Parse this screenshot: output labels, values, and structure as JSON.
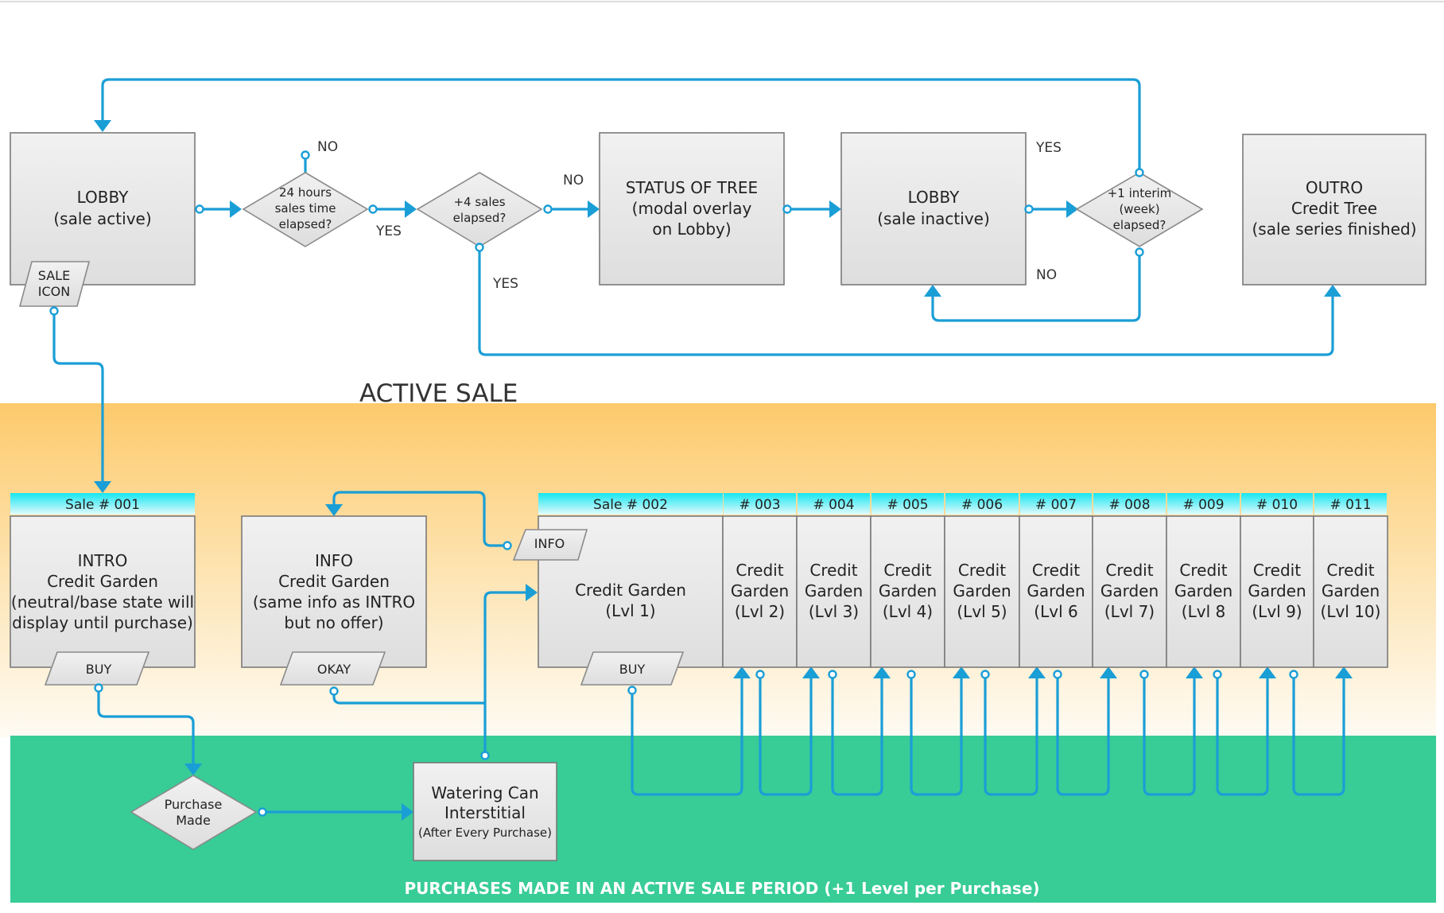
{
  "colors": {
    "connector": "#1a9ed6",
    "orange_band_top": "#fdca6c",
    "orange_band_bottom": "#fefbf4",
    "green_band": "#38cc97",
    "header_cyan": "#16e6f0",
    "box_fill": "#e6e6e6",
    "box_border": "#7a7a7a"
  },
  "sections": {
    "active_sale_title": "ACTIVE SALE",
    "purchases_footer": "PURCHASES MADE IN AN ACTIVE SALE PERIOD (+1 Level per Purchase)"
  },
  "flow": {
    "lobby_active": [
      "LOBBY",
      "(sale active)"
    ],
    "sale_icon": [
      "SALE",
      "ICON"
    ],
    "decision_24h": [
      "24 hours",
      "sales time",
      "elapsed?"
    ],
    "decision_4sales": [
      "+4 sales",
      "elapsed?"
    ],
    "status_tree": [
      "STATUS OF TREE",
      "(modal overlay",
      "on Lobby)"
    ],
    "lobby_inactive": [
      "LOBBY",
      "(sale inactive)"
    ],
    "decision_interim": [
      "+1 interim",
      "(week)",
      "elapsed?"
    ],
    "outro": [
      "OUTRO",
      "Credit Tree",
      "(sale series finished)"
    ],
    "label_no_1": "NO",
    "label_yes_1": "YES",
    "label_no_2": "NO",
    "label_yes_2": "YES",
    "label_yes_3": "YES",
    "label_no_3": "NO"
  },
  "active_sale": {
    "intro_header": "Sale # 001",
    "intro": [
      "INTRO",
      "Credit Garden",
      "(neutral/base state will",
      "display until purchase)"
    ],
    "intro_button": "BUY",
    "info": [
      "INFO",
      "Credit Garden",
      "(same info as INTRO",
      "but no offer)"
    ],
    "info_button": "OKAY",
    "info_tag": "INFO",
    "sale_002_header": "Sale # 002",
    "sale_002": [
      "Credit Garden",
      "(Lvl 1)"
    ],
    "sale_002_button": "BUY",
    "levels": [
      {
        "header": "# 003",
        "lines": [
          "Credit",
          "Garden",
          "(Lvl 2)"
        ]
      },
      {
        "header": "# 004",
        "lines": [
          "Credit",
          "Garden",
          "(Lvl 3)"
        ]
      },
      {
        "header": "# 005",
        "lines": [
          "Credit",
          "Garden",
          "(Lvl 4)"
        ]
      },
      {
        "header": "# 006",
        "lines": [
          "Credit",
          "Garden",
          "(Lvl 5)"
        ]
      },
      {
        "header": "# 007",
        "lines": [
          "Credit",
          "Garden",
          "(Lvl 6"
        ]
      },
      {
        "header": "# 008",
        "lines": [
          "Credit",
          "Garden",
          "(Lvl 7)"
        ]
      },
      {
        "header": "# 009",
        "lines": [
          "Credit",
          "Garden",
          "(Lvl 8"
        ]
      },
      {
        "header": "# 010",
        "lines": [
          "Credit",
          "Garden",
          "(Lvl 9)"
        ]
      },
      {
        "header": "# 011",
        "lines": [
          "Credit",
          "Garden",
          "(Lvl 10)"
        ]
      }
    ]
  },
  "purchases": {
    "purchase_made": [
      "Purchase",
      "Made"
    ],
    "watering_can": [
      "Watering Can",
      "Interstitial",
      "(After Every Purchase)"
    ]
  }
}
